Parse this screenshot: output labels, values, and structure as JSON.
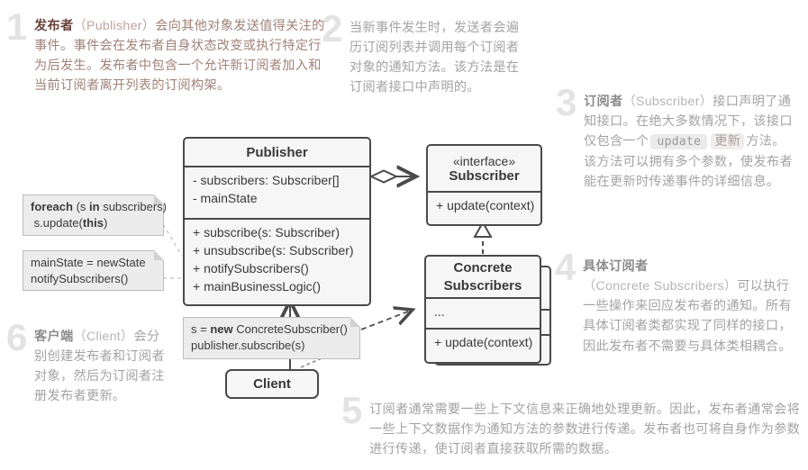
{
  "colors": {
    "stroke": "#4a4a4a",
    "box_bg": "#f6f6f6",
    "note_bg": "#ececec",
    "light_dash": "#cbcbcb",
    "gray_text": "#a3a3a3",
    "red_text": "#a08278",
    "number": "#e3e3e3"
  },
  "blocks": [
    {
      "num": "1",
      "theme": "red",
      "segments": [
        {
          "t": "发布者",
          "s": "b"
        },
        {
          "t": "（Publisher）",
          "s": "p"
        },
        {
          "t": "会向其他对象发送值得关注的事件。事件会在发布者自身状态改变或执行特定行为后发生。发布者中包含一个允许新订阅者加入和当前订阅者离开列表的订阅构架。",
          "s": ""
        }
      ]
    },
    {
      "num": "2",
      "theme": "gray",
      "segments": [
        {
          "t": "当新事件发生时，发送者会遍历订阅列表并调用每个订阅者对象的通知方法。该方法是在订阅者接口中声明的。",
          "s": ""
        }
      ]
    },
    {
      "num": "3",
      "theme": "gray",
      "segments": [
        {
          "t": "订阅者",
          "s": "b"
        },
        {
          "t": "（Subscriber）",
          "s": "p"
        },
        {
          "t": "接口声明了通知接口。在绝大多数情况下，该接口仅包含一个",
          "s": ""
        },
        {
          "t": "update",
          "s": "code"
        },
        {
          "t": "更新",
          "s": "chip"
        },
        {
          "t": "方法。该方法可以拥有多个参数，使发布者能在更新时传递事件的详细信息。",
          "s": ""
        }
      ]
    },
    {
      "num": "4",
      "theme": "gray",
      "segments": [
        {
          "t": "具体订阅者",
          "s": "b"
        },
        {
          "t": "（Concrete Subscribers）",
          "s": "p"
        },
        {
          "t": "可以执行一些操作来回应发布者的通知。所有具体订阅者类都实现了同样的接口，因此发布者不需要与具体类相耦合。",
          "s": ""
        }
      ]
    },
    {
      "num": "5",
      "theme": "gray",
      "segments": [
        {
          "t": "订阅者通常需要一些上下文信息来正确地处理更新。因此，发布者通常会将一些上下文数据作为通知方法的参数进行传递。发布者也可将自身作为参数进行传递，使订阅者直接获取所需的数据。",
          "s": ""
        }
      ]
    },
    {
      "num": "6",
      "theme": "gray",
      "segments": [
        {
          "t": "客户端",
          "s": "b"
        },
        {
          "t": "（Client）",
          "s": "p"
        },
        {
          "t": "会分别创建发布者和订阅者对象，然后为订阅者注册发布者更新。",
          "s": ""
        }
      ]
    }
  ],
  "publisher": {
    "title": "Publisher",
    "fields": [
      "- subscribers: Subscriber[]",
      "- mainState"
    ],
    "methods": [
      "+ subscribe(s: Subscriber)",
      "+ unsubscribe(s: Subscriber)",
      "+ notifySubscribers()",
      "+ mainBusinessLogic()"
    ]
  },
  "subscriber": {
    "stereotype": "«interface»",
    "title": "Subscriber",
    "methods": [
      "+ update(context)"
    ]
  },
  "concrete": {
    "title": "Concrete Subscribers",
    "fields": [
      "..."
    ],
    "methods": [
      "+ update(context)"
    ]
  },
  "client": {
    "title": "Client"
  },
  "notes": [
    {
      "lines": [
        [
          {
            "t": "foreach",
            "s": "kw"
          },
          {
            "t": " (s ",
            "s": ""
          },
          {
            "t": "in",
            "s": "kw"
          },
          {
            "t": " subscribers)",
            "s": ""
          }
        ],
        [
          {
            "t": " s.update(",
            "s": ""
          },
          {
            "t": "this",
            "s": "kw"
          },
          {
            "t": ")",
            "s": ""
          }
        ]
      ]
    },
    {
      "lines": [
        [
          {
            "t": "mainState = newState",
            "s": ""
          }
        ],
        [
          {
            "t": "notifySubscribers()",
            "s": ""
          }
        ]
      ]
    },
    {
      "lines": [
        [
          {
            "t": "s = ",
            "s": ""
          },
          {
            "t": "new",
            "s": "kw"
          },
          {
            "t": " ConcreteSubscriber()",
            "s": ""
          }
        ],
        [
          {
            "t": "publisher.subscribe(s)",
            "s": ""
          }
        ]
      ]
    }
  ]
}
